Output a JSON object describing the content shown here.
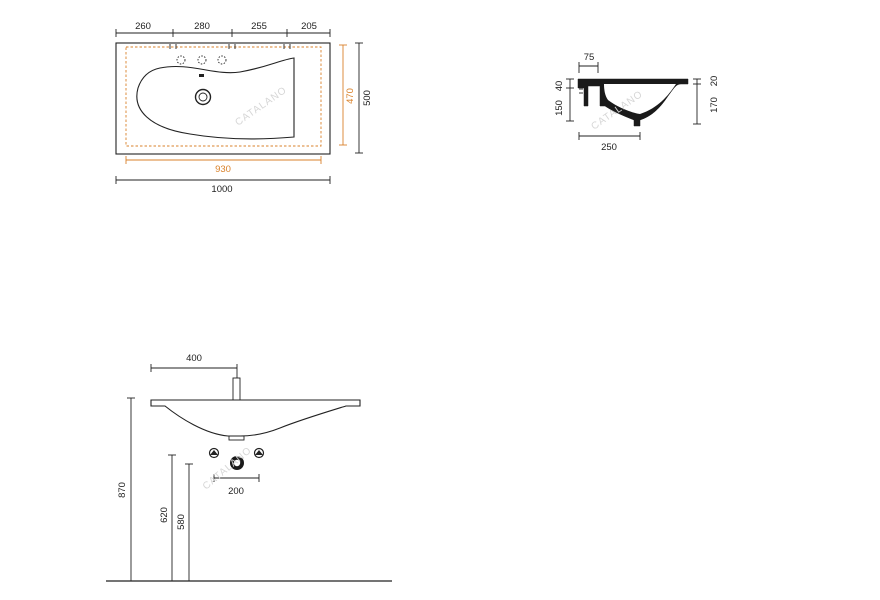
{
  "top_view": {
    "top_dims": [
      "260",
      "280",
      "255",
      "205"
    ],
    "inner_width": "930",
    "outer_width": "1000",
    "inner_depth": "470",
    "outer_depth": "500"
  },
  "section_view": {
    "rim_width": "75",
    "rim_height": "40",
    "basin_depth": "150",
    "right_rim": "20",
    "total_height": "170",
    "depth": "250"
  },
  "front_view": {
    "tap_offset": "400",
    "trap_width": "200",
    "height_total": "870",
    "height_waste": "620",
    "height_supply": "580"
  },
  "watermark": "CATALANO",
  "colors": {
    "line": "#222222",
    "inner_outline": "#d9822b",
    "watermark": "#d6d6d6"
  }
}
